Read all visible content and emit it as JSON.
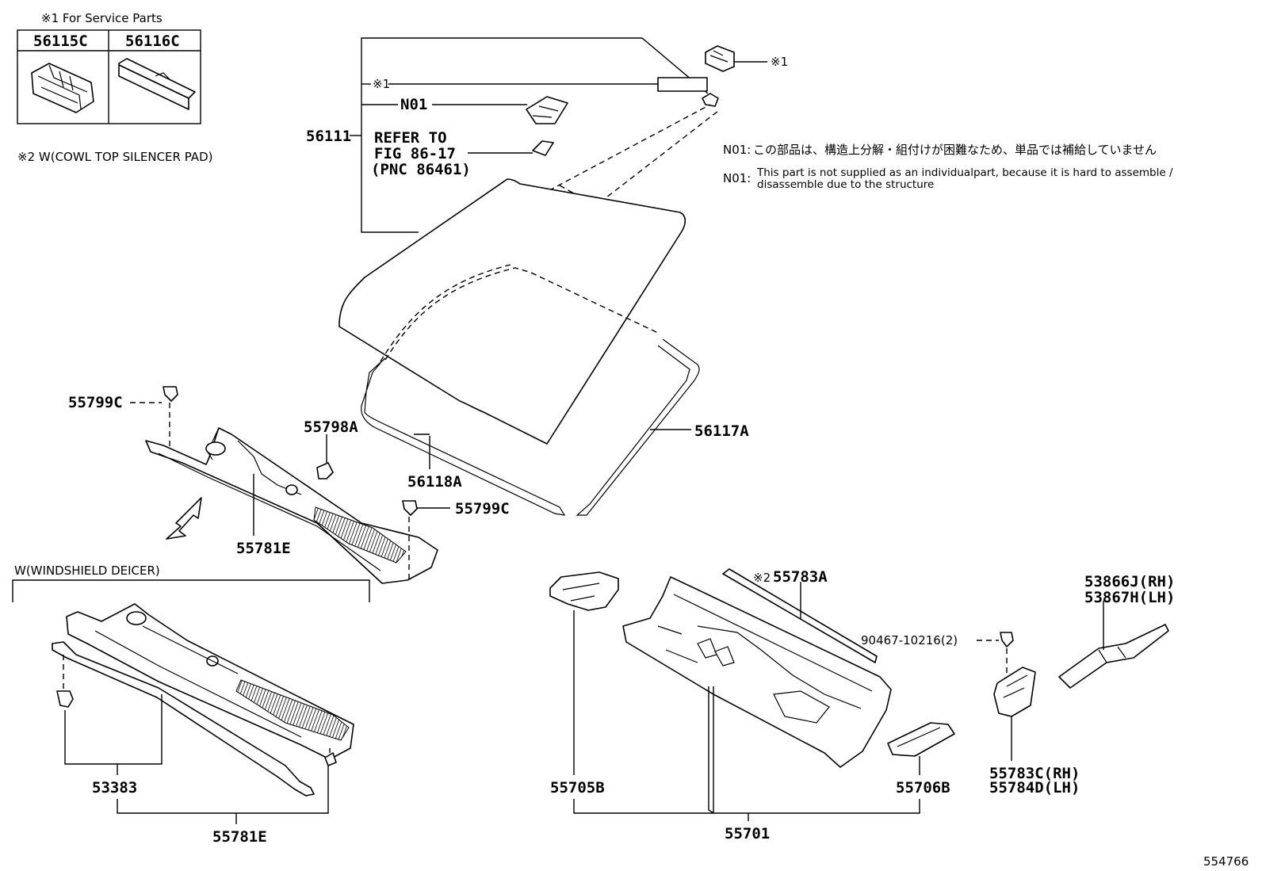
{
  "service_box": {
    "title": "※1 For Service Parts",
    "col1": "56115C",
    "col2": "56116C"
  },
  "note_w2": "※2 W(COWL TOP SILENCER PAD)",
  "note_w_deicer": "W(WINDSHIELD DEICER)",
  "n01_notes": {
    "jp_prefix": "N01:",
    "jp_text": "この部品は、構造上分解・組付けが困難なため、単品では補給していません",
    "en_prefix": "N01:",
    "en_line1": "This part is not supplied as an individualpart, because it is hard to assemble /",
    "en_line2": "disassemble due to the structure"
  },
  "labels": {
    "star1_top": "※1",
    "star1_box": "※1",
    "n01": "N01",
    "p56111": "56111",
    "refer_line1": "REFER TO",
    "refer_line2": "FIG 86-17",
    "refer_line3": "(PNC 86461)",
    "p55799c_a": "55799C",
    "p55798a": "55798A",
    "p56117a": "56117A",
    "p56118a": "56118A",
    "p55799c_b": "55799C",
    "p55781e_a": "55781E",
    "p55783a_prefix": "※2",
    "p55783a": "55783A",
    "p53866j": "53866J(RH)",
    "p53867h": "53867H(LH)",
    "p90467": "90467-10216(2)",
    "p53383": "53383",
    "p55781e_b": "55781E",
    "p55705b": "55705B",
    "p55706b": "55706B",
    "p55783c": "55783C(RH)",
    "p55784d": "55784D(LH)",
    "p55701": "55701",
    "figure_no": "554766"
  }
}
